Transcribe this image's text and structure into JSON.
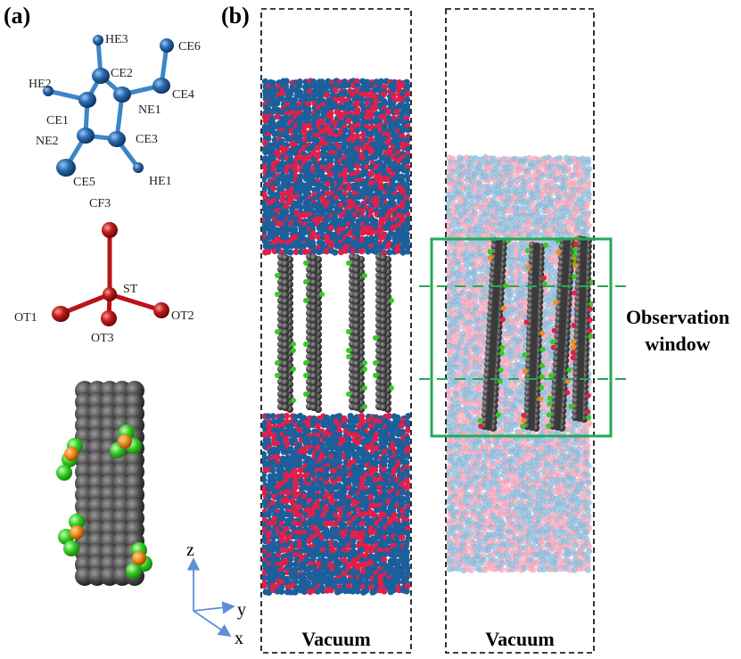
{
  "panels": {
    "a": "(a)",
    "b": "(b)"
  },
  "cation_atoms": [
    "HE3",
    "CE6",
    "CE2",
    "HE2",
    "CE4",
    "NE1",
    "CE1",
    "NE2",
    "CE3",
    "CE5",
    "HE1"
  ],
  "anion_atoms": [
    "CF3",
    "ST",
    "OT1",
    "OT2",
    "OT3"
  ],
  "axes": {
    "z": "z",
    "y": "y",
    "x": "x"
  },
  "boxes": {
    "left_bottom": "Vacuum",
    "right_bottom": "Vacuum"
  },
  "observation": {
    "line1": "Observation",
    "line2": "window"
  },
  "colors": {
    "cation_blue": "#1f5f9c",
    "anion_red": "#b81418",
    "il_red": "#e0204a",
    "il_blue": "#1d5f9a",
    "tube_gray": "#4a4a4a",
    "fluor_green": "#33cc22",
    "sulfur_orange": "#f08a1c",
    "window_green": "#22aa55",
    "axis_blue": "#5c8fd6"
  }
}
